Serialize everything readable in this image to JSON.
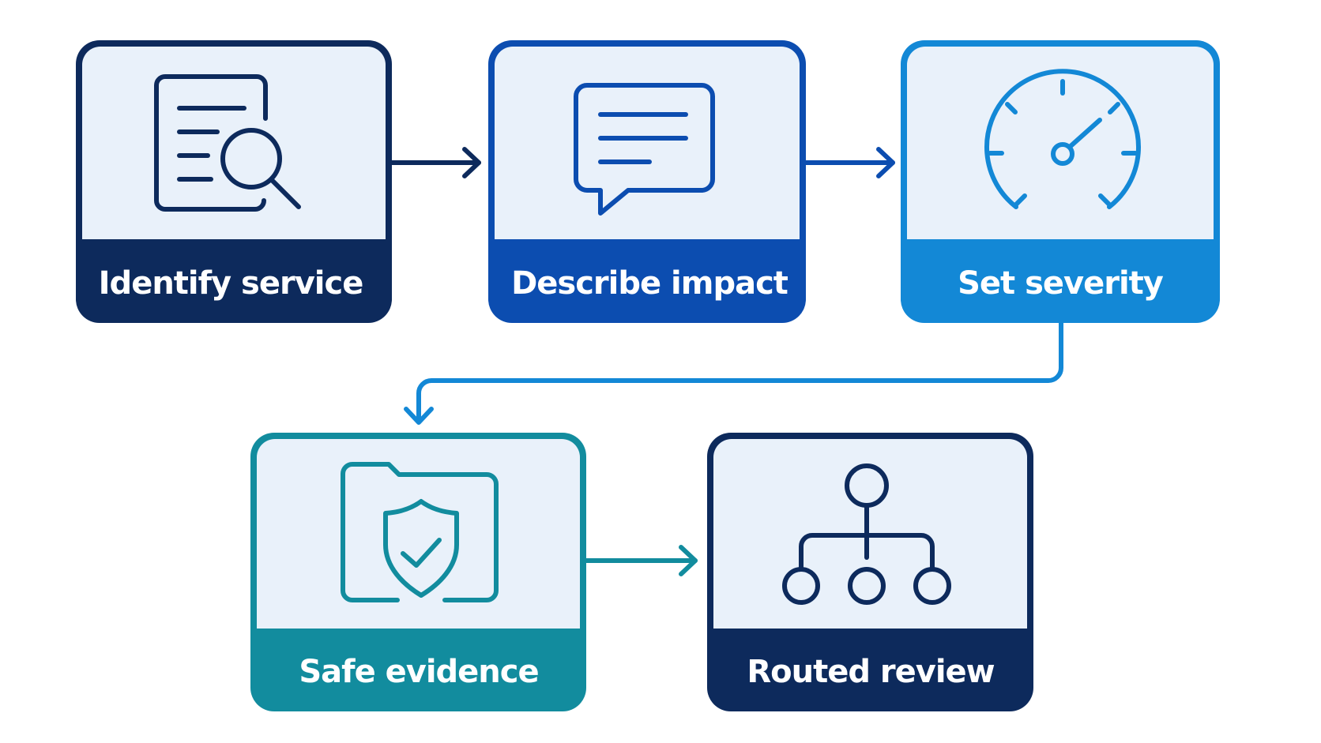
{
  "steps": [
    {
      "id": "identify-service",
      "label": "Identify service",
      "icon": "document-search-icon",
      "color": "#0d2a5c"
    },
    {
      "id": "describe-impact",
      "label": "Describe impact",
      "icon": "chat-bubble-icon",
      "color": "#0c4db0"
    },
    {
      "id": "set-severity",
      "label": "Set severity",
      "icon": "gauge-icon",
      "color": "#1388d6"
    },
    {
      "id": "safe-evidence",
      "label": "Safe evidence",
      "icon": "folder-shield-icon",
      "color": "#128c9e"
    },
    {
      "id": "routed-review",
      "label": "Routed review",
      "icon": "hierarchy-icon",
      "color": "#0d2a5c"
    }
  ],
  "panel_fill": "#e9f1fa",
  "connectors": [
    {
      "from": "identify-service",
      "to": "describe-impact"
    },
    {
      "from": "describe-impact",
      "to": "set-severity"
    },
    {
      "from": "set-severity",
      "to": "safe-evidence"
    },
    {
      "from": "safe-evidence",
      "to": "routed-review"
    }
  ]
}
